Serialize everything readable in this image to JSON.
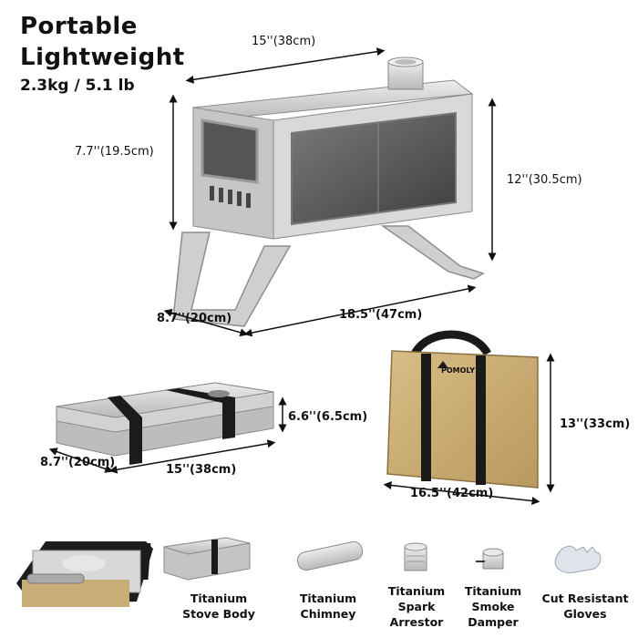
{
  "headline": {
    "line1": "Portable",
    "line2": "Lightweight",
    "weight": "2.3kg / 5.1 lb"
  },
  "stove_dimensions": {
    "width": "15''(38cm)",
    "front_height": "7.7''(19.5cm)",
    "total_height": "12''(30.5cm)",
    "depth": "8.7''(20cm)",
    "length": "18.5''(47cm)"
  },
  "folded_dimensions": {
    "height": "6.6''(6.5cm)",
    "depth": "8.7''(20cm)",
    "width": "15''(38cm)"
  },
  "bag_dimensions": {
    "height": "13''(33cm)",
    "width": "16.5''(42cm)"
  },
  "brand": "POMOLY",
  "components": [
    {
      "label": "Titanium\nStove Body",
      "icon": "folded-stove-body-icon"
    },
    {
      "label": "Titanium\nChimney",
      "icon": "chimney-tube-icon"
    },
    {
      "label": "Titanium\nSpark\nArrestor",
      "icon": "spark-arrestor-icon"
    },
    {
      "label": "Titanium\nSmoke\nDamper",
      "icon": "smoke-damper-icon"
    },
    {
      "label": "Cut Resistant\nGloves",
      "icon": "gloves-icon"
    }
  ],
  "colors": {
    "metal_light": "#d6d6d6",
    "metal_dark": "#9a9a9a",
    "glass": "#5a5a5a",
    "bag": "#c9ad77",
    "strap": "#1a1a1a"
  }
}
